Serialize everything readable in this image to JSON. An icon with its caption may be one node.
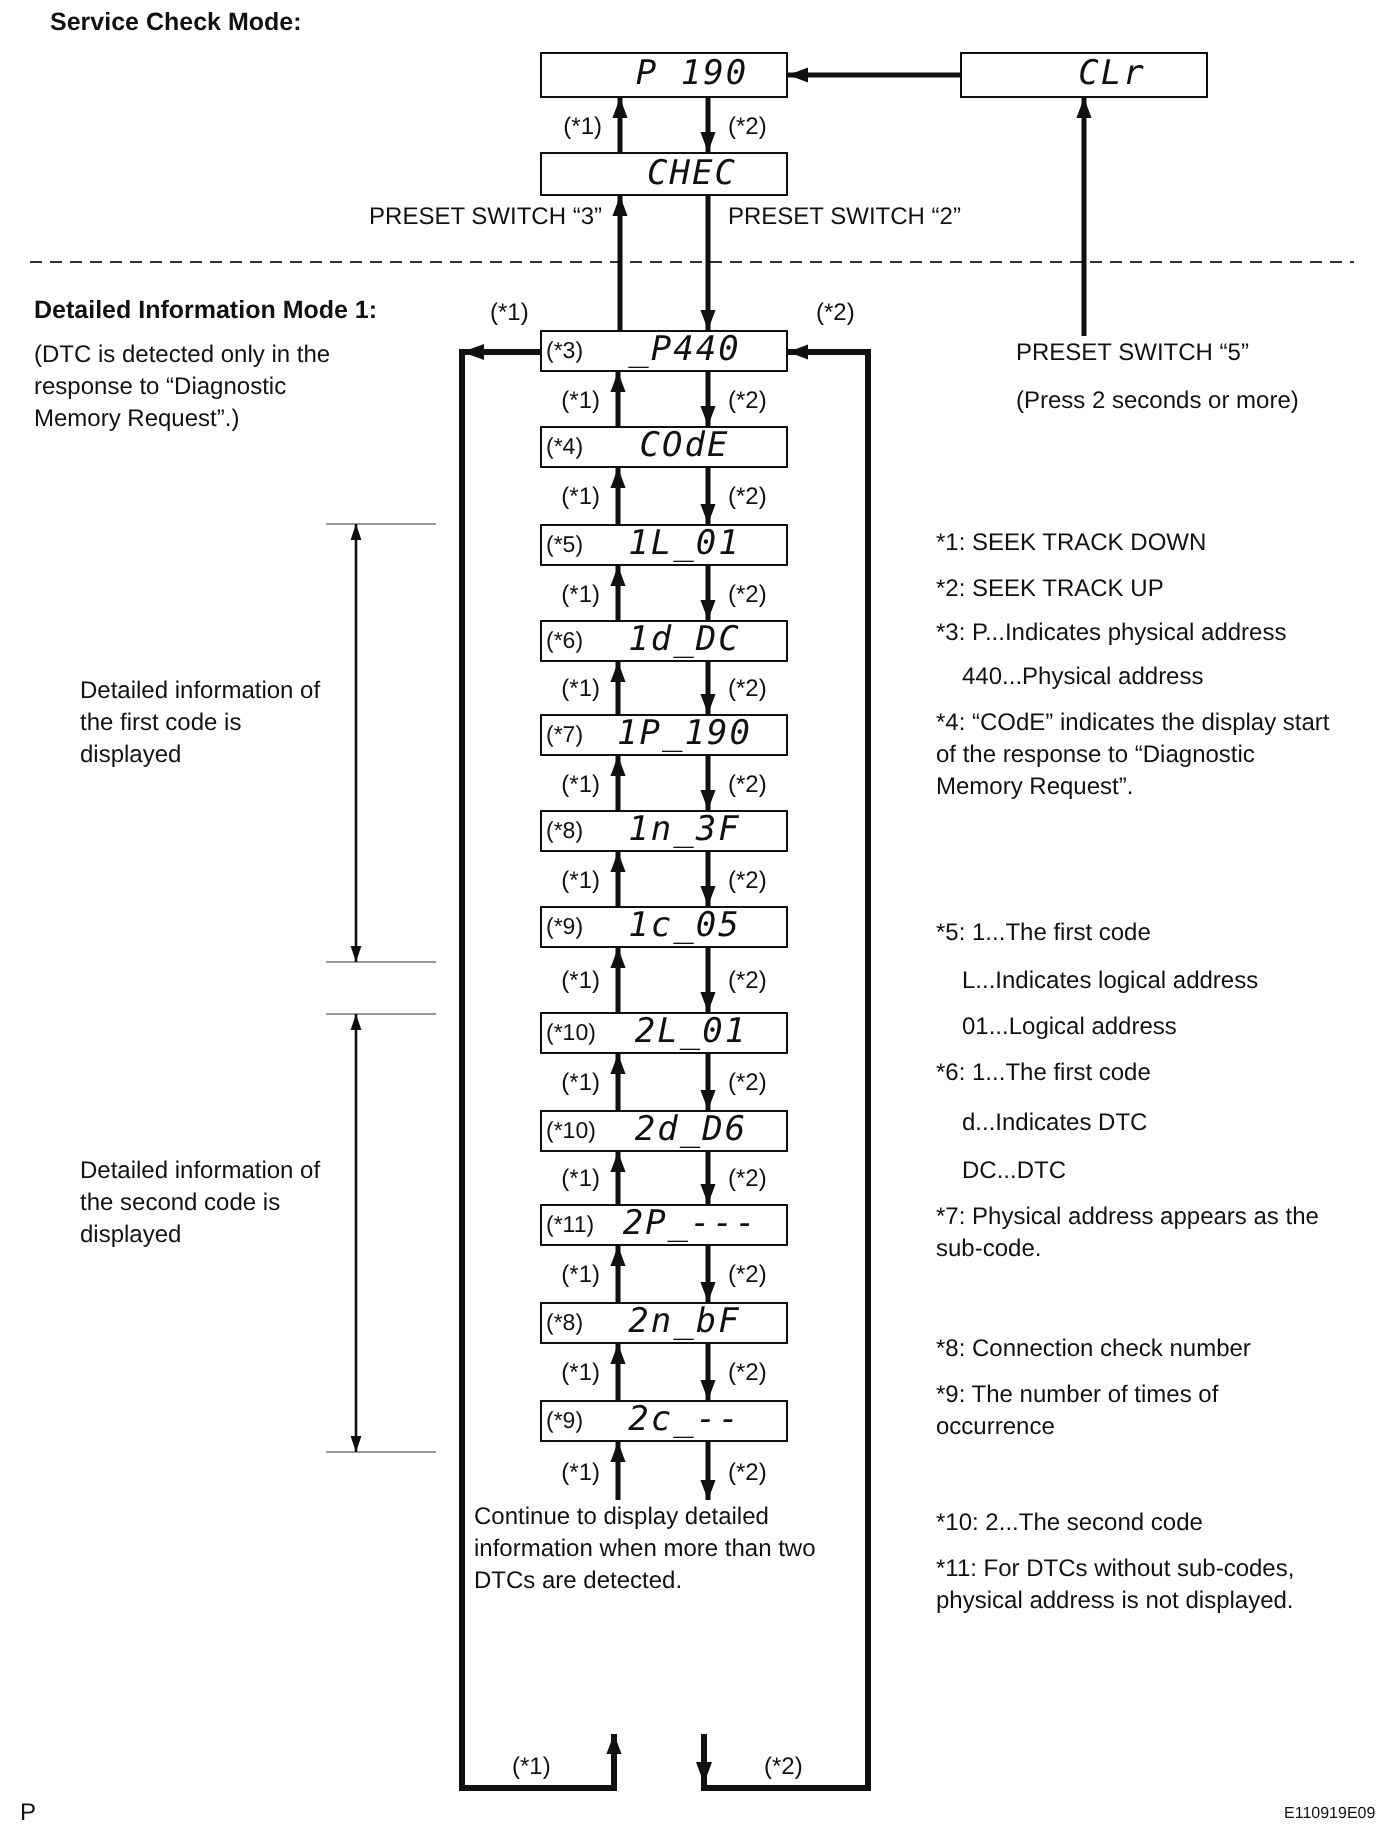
{
  "diagram": {
    "nodes": [
      {
        "text": [
          "P 190"
        ]
      },
      {
        "text": [
          "CLr"
        ]
      },
      {
        "text": [
          "CHEC"
        ]
      },
      {
        "text": [
          "(*3)",
          "_P440"
        ]
      },
      {
        "text": [
          "(*4)",
          "COdE"
        ]
      },
      {
        "text": [
          "(*5)",
          "1L_01"
        ]
      },
      {
        "text": [
          "(*6)",
          "1d_DC"
        ]
      },
      {
        "text": [
          "(*7)",
          "1P_190"
        ]
      },
      {
        "text": [
          "(*8)",
          "1n_3F"
        ]
      },
      {
        "text": [
          "(*9)",
          "1c_05"
        ]
      },
      {
        "text": [
          "(*10)",
          "2L_01"
        ]
      },
      {
        "text": [
          "(*10)",
          "2d_D6"
        ]
      },
      {
        "text": [
          "(*11)",
          "2P_---"
        ]
      },
      {
        "text": [
          "(*8)",
          "2n_bF"
        ]
      },
      {
        "text": [
          "(*9)",
          "2c_--"
        ]
      },
      {
        "text": [
          "Continue to display detailed information when more than two DTCs are detected."
        ]
      },
      {
        "text": [
          "PRESET SWITCH “5”",
          "(Press 2 seconds or more)"
        ]
      }
    ],
    "edges": [
      {
        "from": 1,
        "to": 0,
        "arrow": "to"
      },
      {
        "from": 2,
        "to": 0,
        "arrow": "to",
        "label": "(*1)"
      },
      {
        "from": 0,
        "to": 2,
        "arrow": "to",
        "label": "(*2)"
      },
      {
        "from": 3,
        "to": 2,
        "arrow": "to",
        "label": "PRESET SWITCH “3”"
      },
      {
        "from": 2,
        "to": 3,
        "arrow": "to",
        "label": "PRESET SWITCH “2”"
      },
      {
        "from": 16,
        "to": 1,
        "arrow": "to"
      },
      {
        "from": 3,
        "to": null,
        "arrow": "to",
        "label": "(*1)"
      },
      {
        "from": null,
        "to": 3,
        "arrow": "to",
        "label": "(*2)"
      },
      {
        "from": 4,
        "to": 3,
        "arrow": "to",
        "label": "(*1)"
      },
      {
        "from": 3,
        "to": 4,
        "arrow": "to",
        "label": "(*2)"
      },
      {
        "from": 5,
        "to": 4,
        "arrow": "to",
        "label": "(*1)"
      },
      {
        "from": 4,
        "to": 5,
        "arrow": "to",
        "label": "(*2)"
      },
      {
        "from": 6,
        "to": 5,
        "arrow": "to",
        "label": "(*1)"
      },
      {
        "from": 5,
        "to": 6,
        "arrow": "to",
        "label": "(*2)"
      },
      {
        "from": 7,
        "to": 6,
        "arrow": "to",
        "label": "(*1)"
      },
      {
        "from": 6,
        "to": 7,
        "arrow": "to",
        "label": "(*2)"
      },
      {
        "from": 8,
        "to": 7,
        "arrow": "to",
        "label": "(*1)"
      },
      {
        "from": 7,
        "to": 8,
        "arrow": "to",
        "label": "(*2)"
      },
      {
        "from": 9,
        "to": 8,
        "arrow": "to",
        "label": "(*1)"
      },
      {
        "from": 8,
        "to": 9,
        "arrow": "to",
        "label": "(*2)"
      },
      {
        "from": 10,
        "to": 9,
        "arrow": "to",
        "label": "(*1)"
      },
      {
        "from": 9,
        "to": 10,
        "arrow": "to",
        "label": "(*2)"
      },
      {
        "from": 11,
        "to": 10,
        "arrow": "to",
        "label": "(*1)"
      },
      {
        "from": 10,
        "to": 11,
        "arrow": "to",
        "label": "(*2)"
      },
      {
        "from": 12,
        "to": 11,
        "arrow": "to",
        "label": "(*1)"
      },
      {
        "from": 11,
        "to": 12,
        "arrow": "to",
        "label": "(*2)"
      },
      {
        "from": 13,
        "to": 12,
        "arrow": "to",
        "label": "(*1)"
      },
      {
        "from": 12,
        "to": 13,
        "arrow": "to",
        "label": "(*2)"
      },
      {
        "from": 14,
        "to": 13,
        "arrow": "to",
        "label": "(*1)"
      },
      {
        "from": 13,
        "to": 14,
        "arrow": "to",
        "label": "(*2)"
      },
      {
        "from": 15,
        "to": 14,
        "arrow": "to",
        "label": "(*1)"
      },
      {
        "from": 14,
        "to": 15,
        "arrow": "to",
        "label": "(*2)"
      }
    ],
    "labels": [
      "Service Check Mode:",
      "Detailed Information Mode 1:",
      "(DTC is detected only in the response to “Diagnostic Memory Request”.)",
      "*1: SEEK TRACK DOWN",
      "*2: SEEK TRACK UP",
      "*3: P...Indicates physical address",
      "440...Physical address",
      "*4: “COdE” indicates the display start of the response to “Diagnostic Memory Request”.",
      "Detailed information of the first code is displayed",
      "*5: 1...The first code",
      "L...Indicates logical address",
      "01...Logical address",
      "*6: 1...The first code",
      "d...Indicates DTC",
      "DC...DTC",
      "Detailed information of the second code is displayed",
      "*7: Physical address appears as the sub-code.",
      "*8: Connection check number",
      "*9: The number of times of occurrence",
      "*10: 2...The second code",
      "*11: For DTCs without sub-codes, physical address is not displayed.",
      "(*1)",
      "(*2)",
      "P",
      "E110919E09"
    ]
  }
}
